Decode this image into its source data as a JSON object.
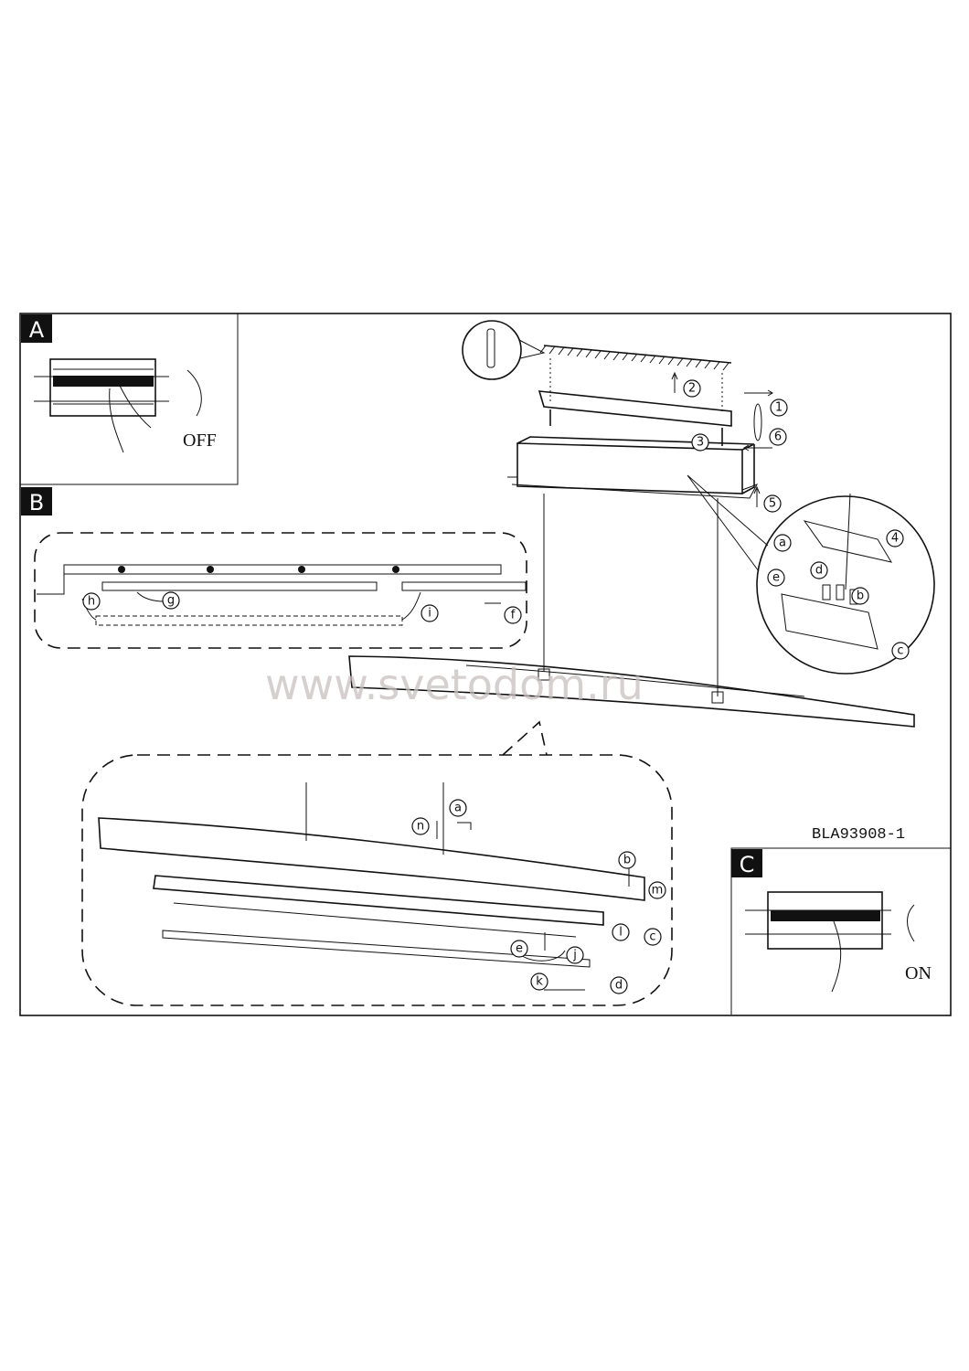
{
  "panels": {
    "a": {
      "tag": "A",
      "caption": "OFF"
    },
    "b": {
      "tag": "B"
    },
    "c": {
      "tag": "C",
      "caption": "ON"
    }
  },
  "model_code": "BLA93908-1",
  "watermark": "www.svetodom.ru",
  "steps": [
    "1",
    "2",
    "3",
    "4",
    "5",
    "6"
  ],
  "callouts": {
    "b_panel": [
      "h",
      "g",
      "i",
      "f"
    ],
    "magnifier": [
      "a",
      "b",
      "c",
      "d",
      "e"
    ],
    "detail": [
      "a",
      "n",
      "b",
      "m",
      "l",
      "c",
      "e",
      "j",
      "k",
      "d"
    ]
  }
}
